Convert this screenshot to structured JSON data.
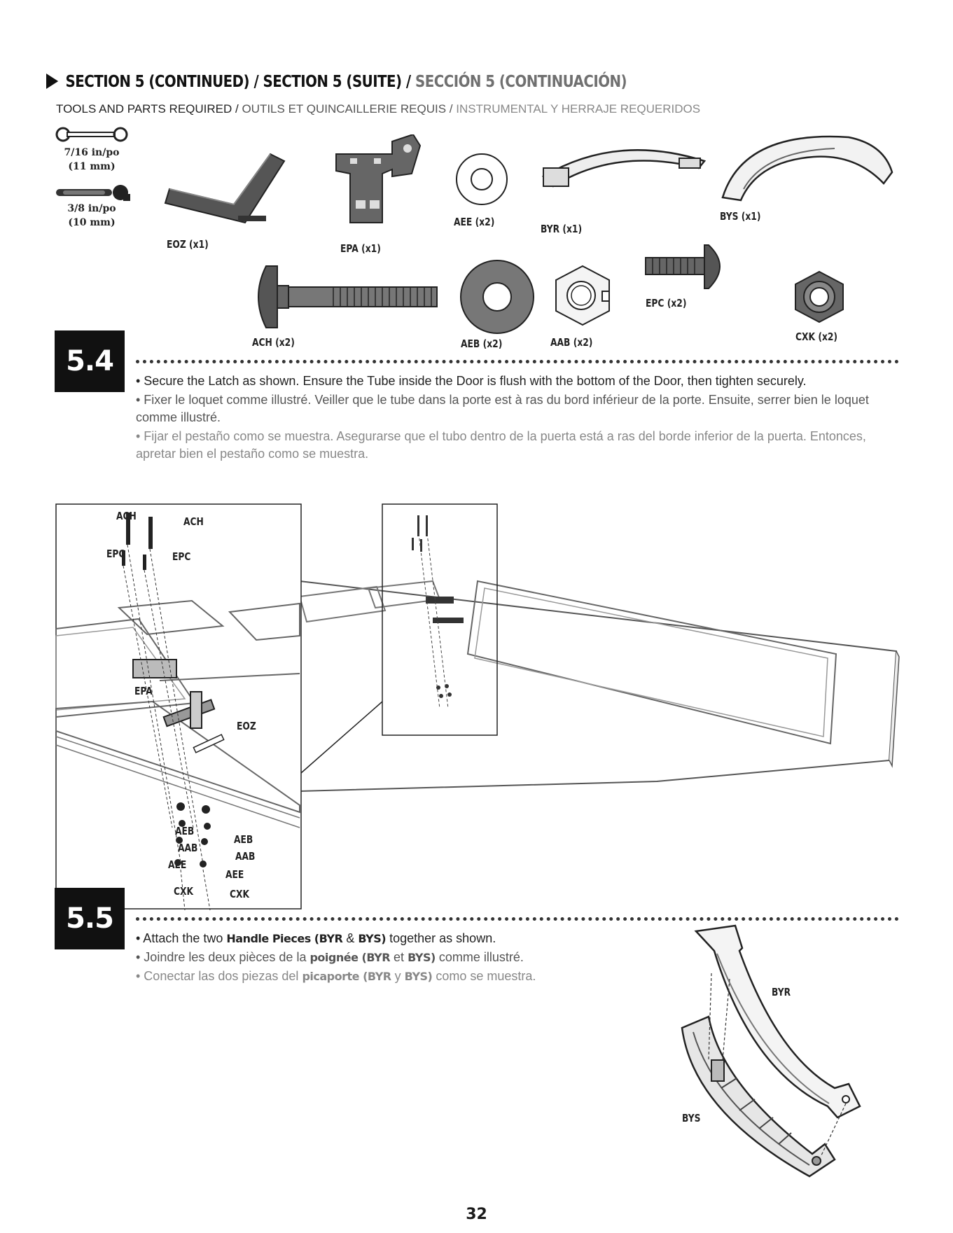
{
  "header": {
    "title_en": "SECTION 5 (CONTINUED)",
    "title_fr": "SECTION 5 (SUITE)",
    "title_es": "SECCIÓN 5 (CONTINUACIÓN)",
    "separator": " / ",
    "subtitle_en": "TOOLS AND PARTS REQUIRED",
    "subtitle_fr": "OUTILS ET QUINCAILLERIE REQUIS",
    "subtitle_es": "INSTRUMENTAL Y HERRAJE REQUERIDOS"
  },
  "tools": [
    {
      "size": "7/16 in/po",
      "metric": "(11 mm)",
      "icon": "wrench-icon"
    },
    {
      "size": "3/8 in/po",
      "metric": "(10 mm)",
      "icon": "ratchet-icon"
    }
  ],
  "parts": {
    "EOZ": "EOZ (x1)",
    "EPA": "EPA (x1)",
    "AEE": "AEE (x2)",
    "BYR": "BYR (x1)",
    "BYS": "BYS (x1)",
    "ACH": "ACH (x2)",
    "AEB": "AEB (x2)",
    "AAB": "AAB (x2)",
    "EPC": "EPC (x2)",
    "CXK": "CXK (x2)"
  },
  "step_5_4": {
    "number": "5.4",
    "en": "• Secure the Latch as shown. Ensure the Tube inside the Door is flush with the bottom of the Door, then tighten securely.",
    "fr": "• Fixer le loquet comme illustré. Veiller que le tube dans la porte est à ras du bord inférieur de la porte. Ensuite, serrer bien le loquet comme illustré.",
    "es": "• Fijar el pestaño como se muestra. Asegurarse que el tubo dentro de la puerta está a ras del borde inferior de la puerta. Entonces, apretar bien el pestaño como se muestra.",
    "callouts": {
      "ach_left": "ACH",
      "ach_right": "ACH",
      "epc_left": "EPC",
      "epc_right": "EPC",
      "epa": "EPA",
      "eoz": "EOZ",
      "aeb_left": "AEB",
      "aeb_right": "AEB",
      "aab_left": "AAB",
      "aab_right": "AAB",
      "aee_left": "AEE",
      "aee_right": "AEE",
      "cxk_left": "CXK",
      "cxk_right": "CXK"
    }
  },
  "step_5_5": {
    "number": "5.5",
    "en_pre": "• Attach the two ",
    "en_bold": "Handle Pieces (BYR",
    "en_amp": " & ",
    "en_bold2": "BYS)",
    "en_post": " together as shown.",
    "fr_pre": "• Joindre les deux pièces de la ",
    "fr_bold": "poignée (BYR",
    "fr_et": " et ",
    "fr_bold2": "BYS)",
    "fr_post": " comme illustré.",
    "es_pre": "• Conectar las dos piezas del ",
    "es_bold": "picaporte (BYR",
    "es_y": " y ",
    "es_bold2": "BYS)",
    "es_post": " como se muestra.",
    "callouts": {
      "byr": "BYR",
      "bys": "BYS"
    }
  },
  "page_number": "32"
}
